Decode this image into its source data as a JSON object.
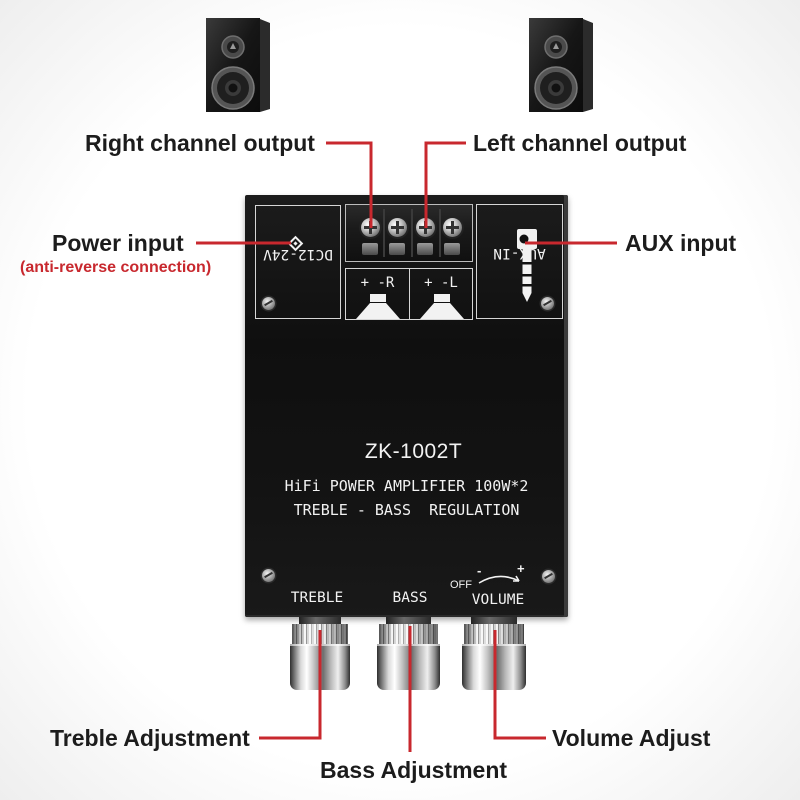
{
  "callouts": {
    "right_channel_output": "Right channel output",
    "left_channel_output": "Left channel output",
    "power_input": "Power input",
    "power_input_note": "(anti-reverse connection)",
    "aux_input": "AUX input",
    "treble_adjustment": "Treble Adjustment",
    "bass_adjustment": "Bass Adjustment",
    "volume_adjust": "Volume Adjust"
  },
  "board": {
    "dc_label": "DC12-24V",
    "aux_label": "AUX-IN",
    "right_terminal_label": "+ -R",
    "left_terminal_label": "+ -L",
    "model": "ZK-1002T",
    "spec_line": "HiFi POWER AMPLIFIER 100W*2",
    "regulation_line": "TREBLE - BASS  REGULATION",
    "knobs": [
      {
        "label": "TREBLE"
      },
      {
        "label": "BASS"
      },
      {
        "label": "VOLUME"
      }
    ],
    "volume_scale": {
      "off": "OFF",
      "minus": "-",
      "plus": "+"
    }
  },
  "icons": {
    "top_left_speaker": "bookshelf-speaker-icon",
    "top_right_speaker": "bookshelf-speaker-icon",
    "dc_polarity_marker": "diamond-icon",
    "aux_jack": "audio-jack-icon",
    "terminal_speaker": "speaker-symbol-icon",
    "knob": "chrome-knob-icon",
    "mounting_screw": "screw-icon"
  },
  "colors": {
    "callout": "#c8282e",
    "label_text": "#1c1c1c",
    "board": "#121212",
    "board_print": "#f2f2f2"
  }
}
